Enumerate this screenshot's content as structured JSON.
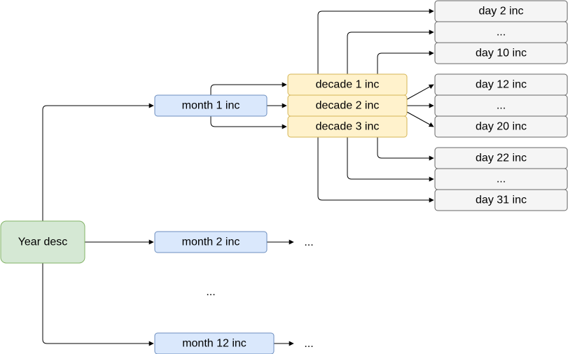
{
  "palette": {
    "year_fill": "#d5e8d4",
    "year_stroke": "#82b366",
    "month_fill": "#dae8fc",
    "month_stroke": "#6c8ebf",
    "decade_fill": "#fff2cc",
    "decade_stroke": "#d6b656",
    "day_fill": "#f5f5f5",
    "day_stroke": "#666666",
    "edge": "#000000"
  },
  "nodes": {
    "year": "Year desc",
    "month1": "month 1 inc",
    "month2": "month 2 inc",
    "month12": "month 12 inc",
    "decade1": "decade 1 inc",
    "decade2": "decade 2 inc",
    "decade3": "decade 3 inc",
    "day2": "day 2 inc",
    "day_ellipsis_a": "...",
    "day10": "day 10 inc",
    "day12": "day 12 inc",
    "day_ellipsis_b": "...",
    "day20": "day 20 inc",
    "day22": "day 22 inc",
    "day_ellipsis_c": "...",
    "day31": "day 31 inc"
  },
  "labels": {
    "month2_continuation": "...",
    "months_gap": "...",
    "month12_continuation": "..."
  }
}
